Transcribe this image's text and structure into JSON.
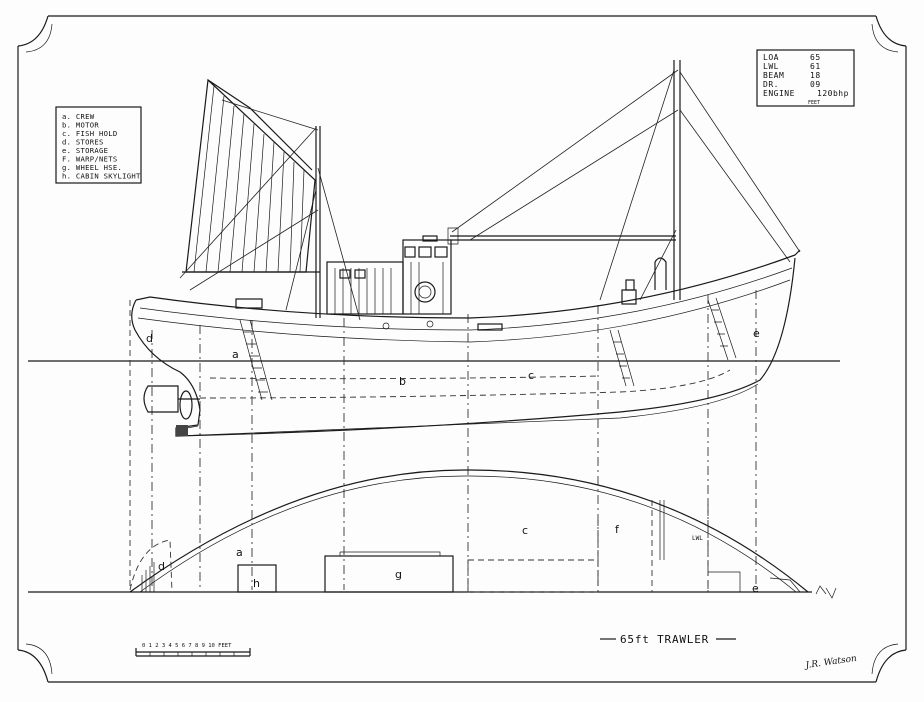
{
  "key": {
    "items": [
      "a. CREW",
      "b. MOTOR",
      "c. FISH HOLD",
      "d. STORES",
      "e. STORAGE",
      "F. WARP/NETS",
      "g. WHEEL HSE.",
      "h. CABIN SKYLIGHT"
    ]
  },
  "specs": {
    "rows": [
      {
        "label": "LOA",
        "value": "65"
      },
      {
        "label": "LWL",
        "value": "61"
      },
      {
        "label": "BEAM",
        "value": "18"
      },
      {
        "label": "DR.",
        "value": "09"
      },
      {
        "label": "ENGINE",
        "value": "120bhp"
      }
    ],
    "unit": "FEET"
  },
  "labels": {
    "elevation": {
      "a": "a",
      "b": "b",
      "c": "c",
      "d": "d",
      "e": "e"
    },
    "plan": {
      "a": "a",
      "c": "c",
      "d": "d",
      "e": "e",
      "f": "f",
      "g": "g",
      "h": "h",
      "lwl": "LWL"
    }
  },
  "title": "65ft TRAWLER",
  "scale_bar": {
    "label": "0 1 2 3 4 5 6 7 8 9 10 FEET"
  },
  "signature": "J.R. Watson"
}
